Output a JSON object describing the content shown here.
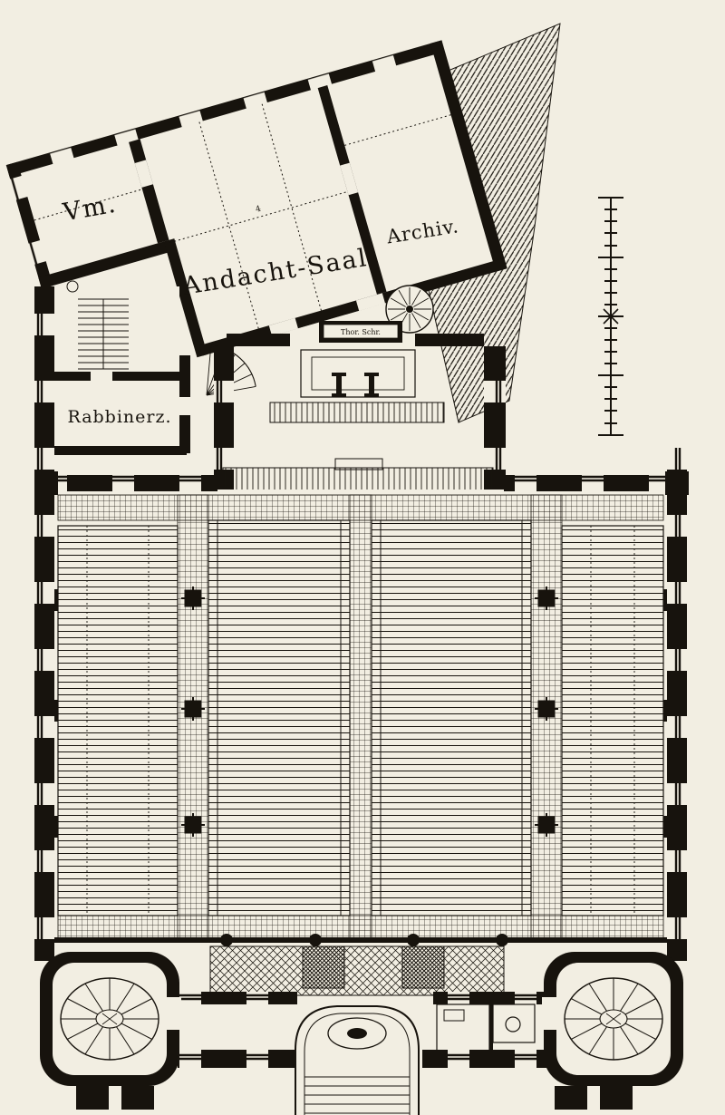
{
  "drawing": {
    "paper_color": "#f2eee2",
    "ink_color": "#17130d"
  },
  "labels": {
    "vestibule": "Vm.",
    "prayer_hall": "Andacht-Saal",
    "archive": "Archiv.",
    "rabbi_room": "Rabbinerz.",
    "torah_ark": "Thor. Schr.",
    "hall_mark": "4"
  }
}
